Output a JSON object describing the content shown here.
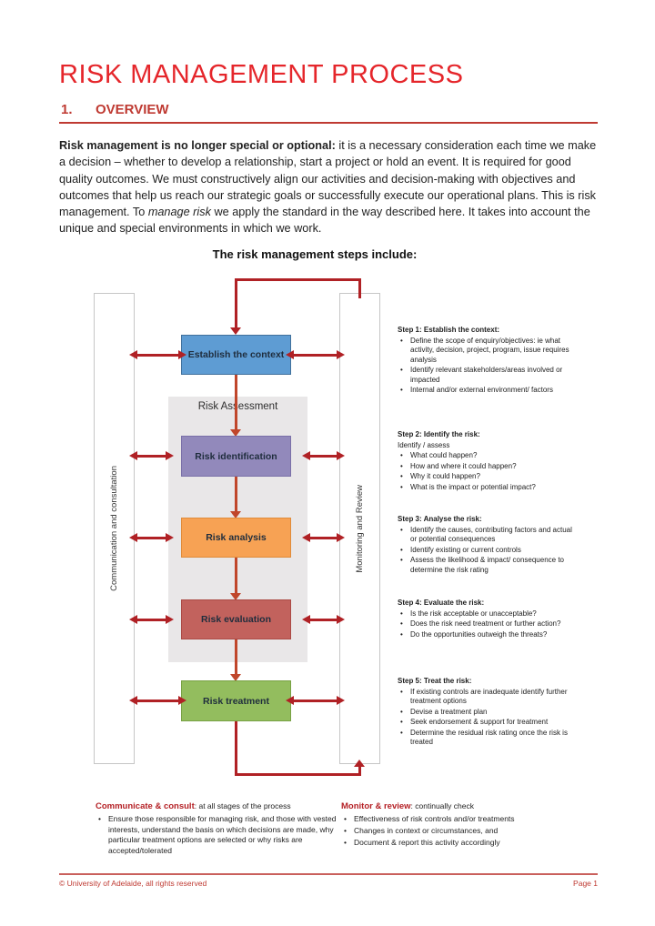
{
  "page": {
    "title": "RISK MANAGEMENT PROCESS",
    "section_number": "1.",
    "section_title": "OVERVIEW"
  },
  "intro": {
    "bold_lead": "Risk management is no longer special or optional:",
    "text_1": " it is a necessary consideration each time we make a decision – whether to develop a relationship, start a project or hold an event. It is required for good quality outcomes. We must constructively align our activities and decision-making with objectives and outcomes that help us reach our strategic goals or successfully execute our operational plans. This is risk management. To ",
    "italic_phrase": "manage risk",
    "text_2": " we apply the standard in the way described here. It takes into account the unique and special environments in which we work."
  },
  "diagram": {
    "heading": "The risk management steps include:",
    "left_channel_label": "Communication and consultation",
    "right_channel_label": "Monitoring and Review",
    "assessment_group_label": "Risk Assessment",
    "boxes": [
      {
        "label": "Establish the context",
        "fill": "#5e9cd3",
        "border": "#41719c"
      },
      {
        "label": "Risk identification",
        "fill": "#9289bb",
        "border": "#7a70a8"
      },
      {
        "label": "Risk analysis",
        "fill": "#f7a254",
        "border": "#e08b3a"
      },
      {
        "label": "Risk evaluation",
        "fill": "#c2625d",
        "border": "#ab4a45"
      },
      {
        "label": "Risk treatment",
        "fill": "#93bd5e",
        "border": "#78a144"
      }
    ]
  },
  "steps": [
    {
      "heading": "Step 1: Establish the context:",
      "bullets": [
        "Define the scope of enquiry/objectives: ie what activity, decision, project, program, issue requires analysis",
        "Identify relevant stakeholders/areas involved or impacted",
        "Internal and/or external environment/ factors"
      ]
    },
    {
      "heading": "Step 2: Identify the risk:",
      "intro_line": "Identify / assess",
      "bullets": [
        "What could happen?",
        "How and where it could happen?",
        "Why it could happen?",
        "What is the impact or potential impact?"
      ]
    },
    {
      "heading": "Step 3: Analyse the risk:",
      "bullets": [
        "Identify the causes, contributing factors and actual or potential consequences",
        "Identify existing or current controls",
        "Assess the likelihood & impact/ consequence to determine the risk rating"
      ]
    },
    {
      "heading": "Step 4: Evaluate the risk:",
      "bullets": [
        "Is the risk acceptable or unacceptable?",
        "Does the risk need treatment or further action?",
        "Do the opportunities outweigh the threats?"
      ]
    },
    {
      "heading": "Step 5: Treat the risk:",
      "bullets": [
        "If existing controls are inadequate identify further treatment options",
        "Devise a treatment plan",
        "Seek endorsement & support for treatment",
        "Determine the residual risk rating once the risk is treated"
      ]
    }
  ],
  "bottom_notes": [
    {
      "header": "Communicate & consult",
      "tail": ": at all stages of the process",
      "bullets": [
        "Ensure those responsible for managing risk, and those with vested interests, understand the basis on which decisions are made, why particular treatment options are selected or why risks are accepted/tolerated"
      ]
    },
    {
      "header": "Monitor & review",
      "tail": ": continually check",
      "bullets": [
        "Effectiveness of risk controls and/or treatments",
        "Changes in context or circumstances, and",
        "Document & report this activity accordingly"
      ]
    }
  ],
  "footer": {
    "copyright": "© University of Adelaide, all rights reserved",
    "page_label": "Page 1"
  },
  "colors": {
    "title_red": "#e5262b",
    "heading_red": "#bf3a32",
    "note_red": "#b41f24",
    "arrow_red": "#b02125",
    "connector_red": "#c0462b",
    "assessment_group_bg": "#e9e7e8"
  }
}
